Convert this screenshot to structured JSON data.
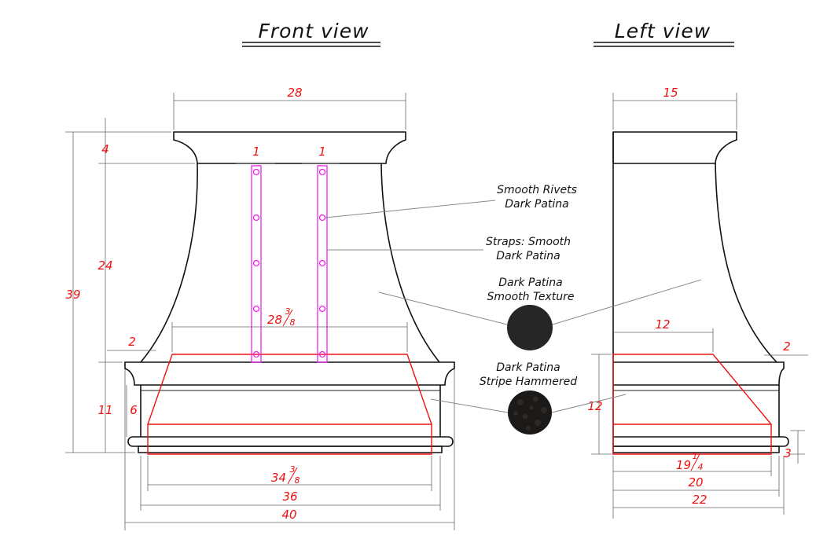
{
  "views": {
    "front_title": "Front view",
    "left_title": "Left view"
  },
  "front_dims": {
    "top_width": "28",
    "rivet_strap_1": "1",
    "rivet_strap_2": "1",
    "height_top_band": "4",
    "height_body": "24",
    "height_total": "39",
    "mid_width_whole": "28",
    "mid_width_num": "3",
    "mid_width_den": "8",
    "overhang": "2",
    "height_base": "11",
    "height_band": "6",
    "base_inner_whole": "34",
    "base_inner_num": "3",
    "base_inner_den": "8",
    "base_width": "36",
    "overall_width": "40"
  },
  "left_dims": {
    "top_depth": "15",
    "mid_depth": "12",
    "overhang": "2",
    "base_height": "12",
    "band_height": "3",
    "depth_a_whole": "19",
    "depth_a_num": "1",
    "depth_a_den": "4",
    "depth_b": "20",
    "depth_c": "22"
  },
  "callouts": {
    "rivets_line1": "Smooth Rivets",
    "rivets_line2": "Dark Patina",
    "straps_line1": "Straps: Smooth",
    "straps_line2": "Dark Patina",
    "smooth_line1": "Dark Patina",
    "smooth_line2": "Smooth Texture",
    "hammered_line1": "Dark Patina",
    "hammered_line2": "Stripe Hammered"
  },
  "colors": {
    "dimension": "#ee1111",
    "strap": "#ee22ee",
    "swatch_smooth": "#262626",
    "swatch_hammered": "#1c1a18"
  }
}
